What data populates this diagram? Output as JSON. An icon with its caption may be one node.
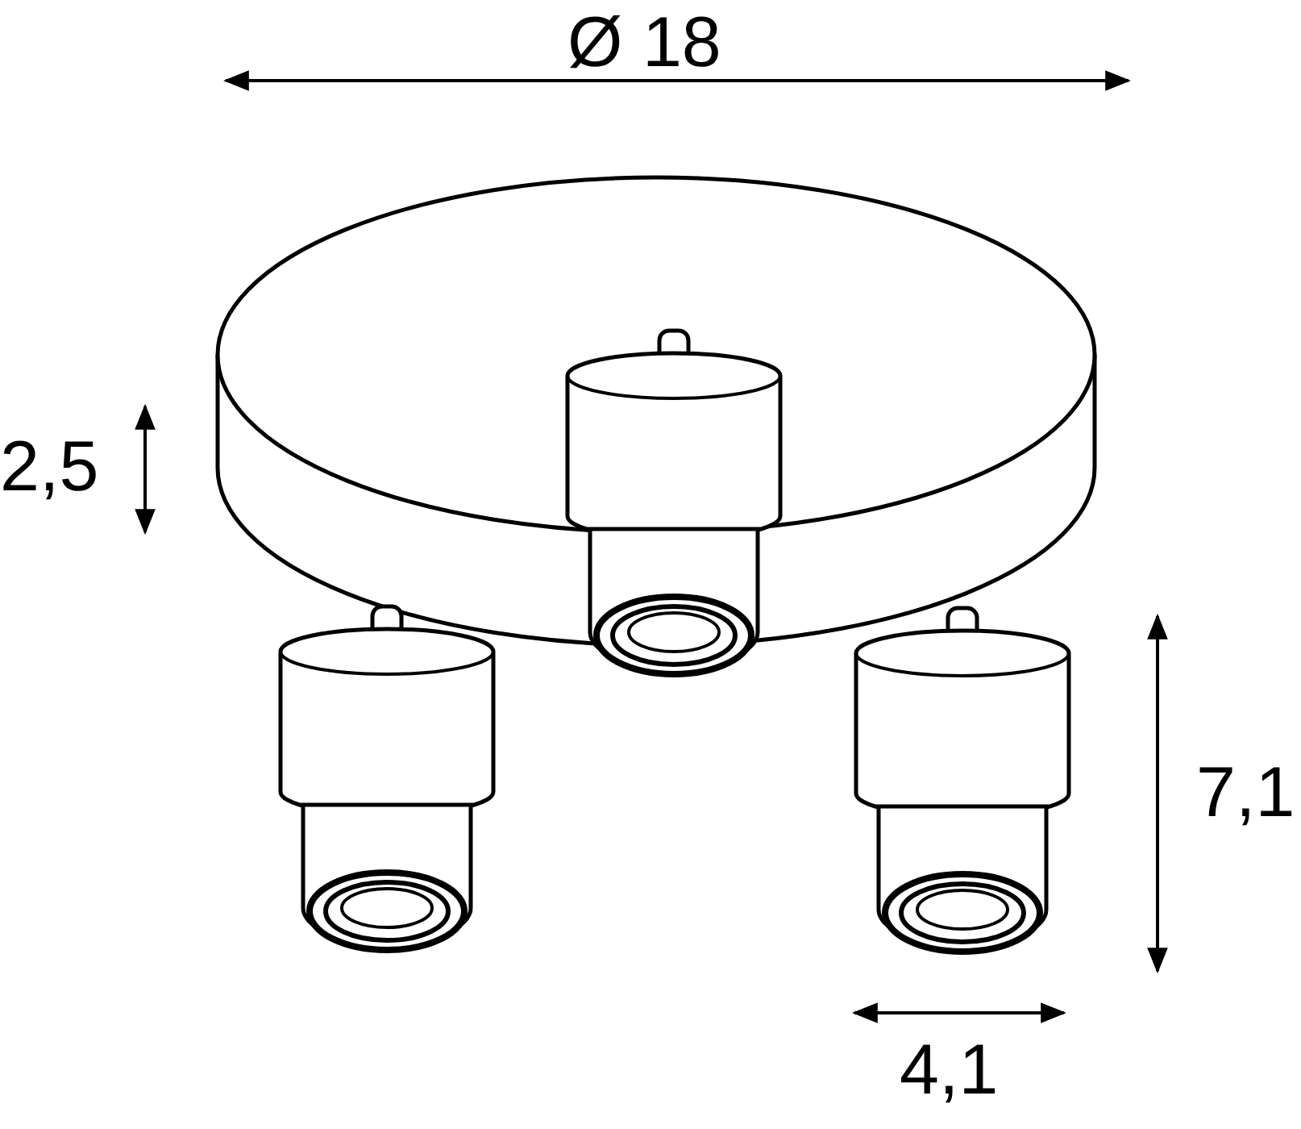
{
  "diagram": {
    "labels": [
      "Ø 18",
      "2,5",
      "7,1",
      "4,1"
    ]
  }
}
